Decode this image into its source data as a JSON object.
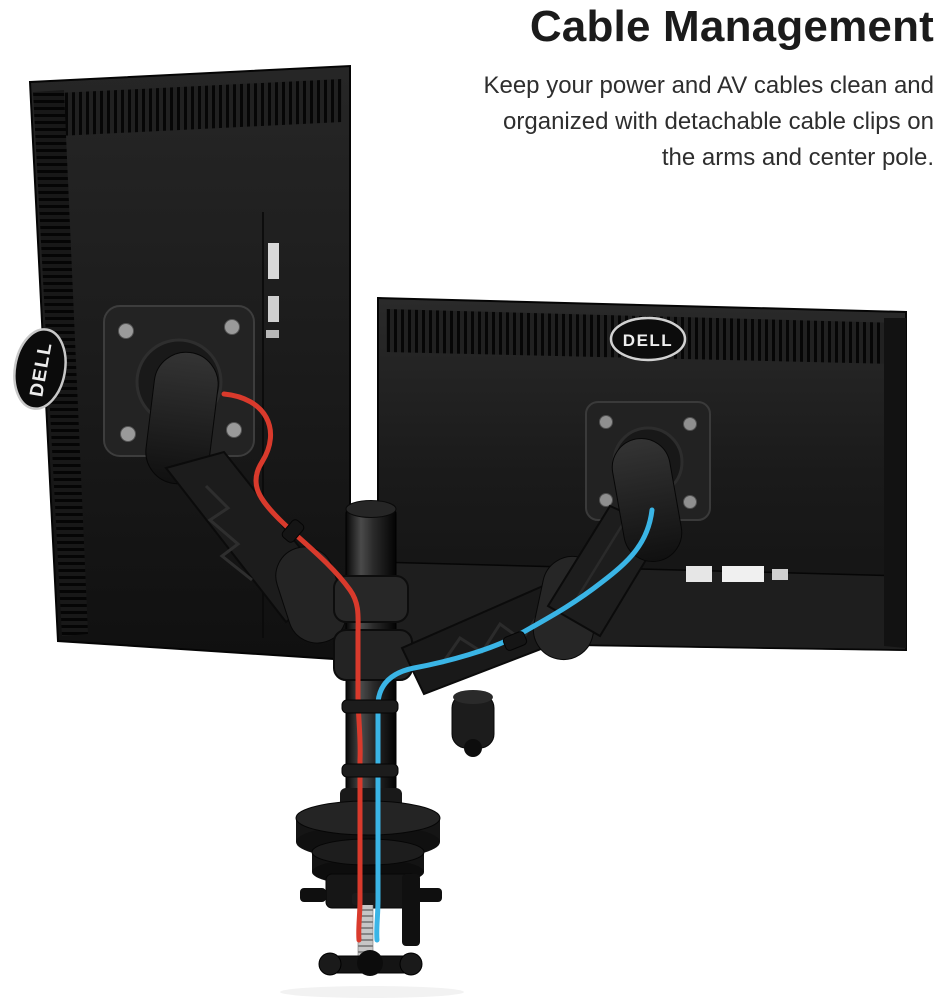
{
  "header": {
    "title": "Cable Management",
    "description_lines": [
      "Keep your power and AV cables clean and",
      "organized with detachable cable clips on",
      "the arms and center pole."
    ]
  },
  "product": {
    "brand": "DELL"
  },
  "colors": {
    "cable_red": "#d93a2c",
    "cable_blue": "#3ab5e6",
    "monitor_black": "#161616",
    "headline_text": "#1b1b1b"
  }
}
